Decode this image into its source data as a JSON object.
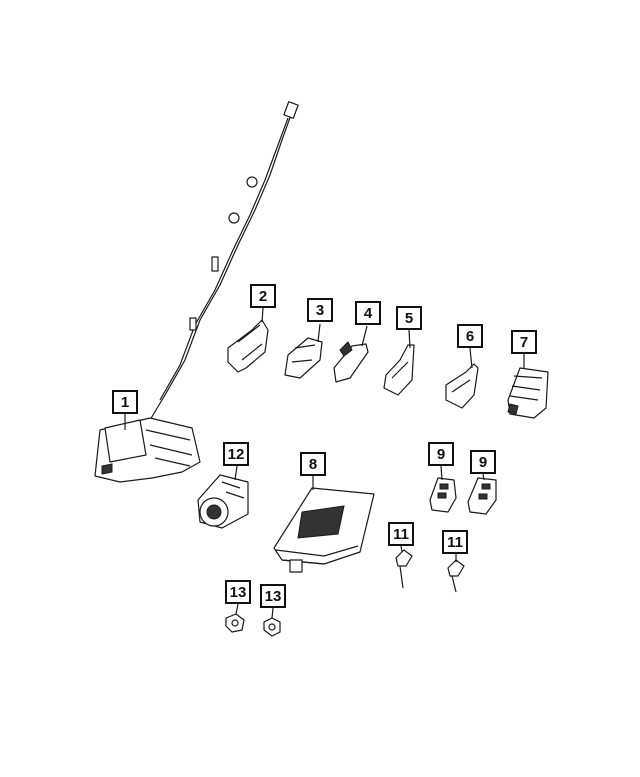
{
  "callouts": {
    "c1": "1",
    "c2": "2",
    "c3": "3",
    "c4": "4",
    "c5": "5",
    "c6": "6",
    "c7": "7",
    "c8": "8",
    "c9a": "9",
    "c9b": "9",
    "c11a": "11",
    "c11b": "11",
    "c12": "12",
    "c13a": "13",
    "c13b": "13"
  }
}
